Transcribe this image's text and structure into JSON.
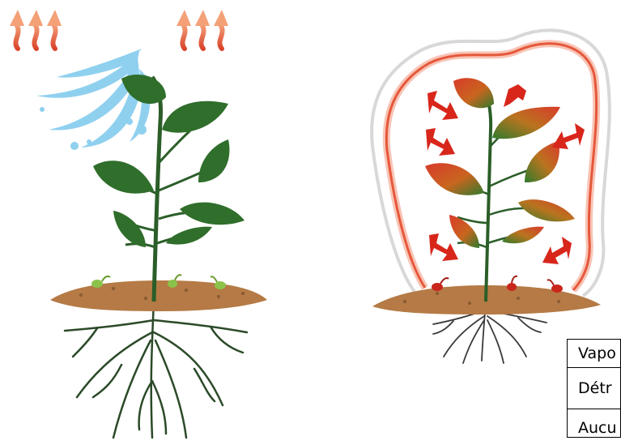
{
  "legend_rows": [
    "Vapo",
    "Détr",
    "Aucu"
  ],
  "colors": {
    "heat_arrow": "#e05a3c",
    "water_spray": "#8fd0ef",
    "leaf_green": "#2f6e2b",
    "leaf_red": "#d93b2b",
    "soil": "#b57a45",
    "stem": "#2b5e28",
    "bubble_glow": "#f07a5a",
    "damage_arrow": "#d8261b"
  },
  "icons": {
    "left_plant": "healthy-plant-with-water-spray",
    "right_plant": "stressed-plant-in-heat-bubble",
    "heat": "wavy-heat-arrow-icon",
    "damage": "zigzag-damage-arrow-icon",
    "seedling": "seedling-icon"
  }
}
